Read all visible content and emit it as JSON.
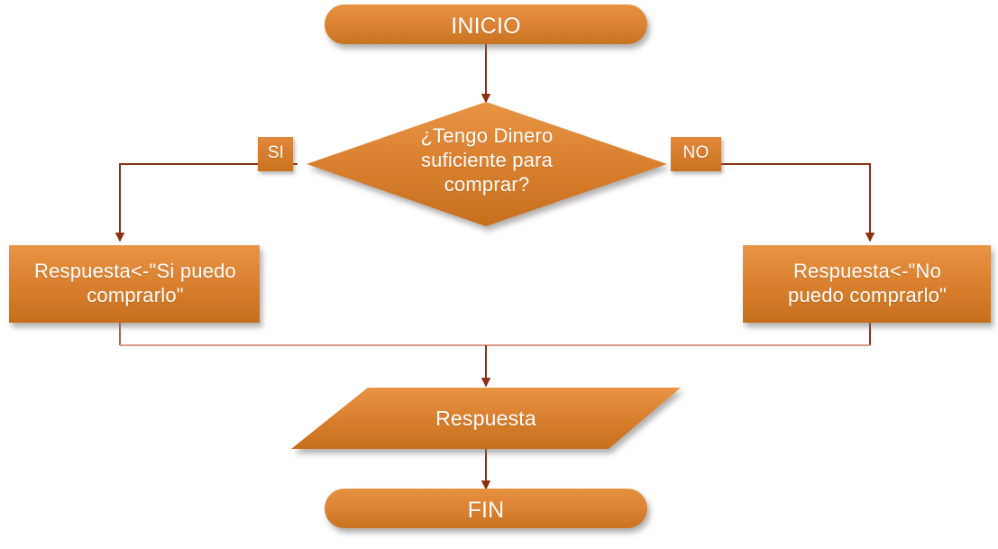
{
  "diagram": {
    "type": "flowchart",
    "language": "es",
    "palette": {
      "fill_top": "#e2883c",
      "fill_bottom": "#cb7520",
      "connector": "#8c2f12",
      "merge_line": "#d89a86",
      "text": "#ffffff",
      "background": "#ffffff",
      "shadow": "#9a9a9a"
    },
    "nodes": [
      {
        "id": "inicio",
        "shape": "terminator",
        "label": "INICIO"
      },
      {
        "id": "decision",
        "shape": "decision",
        "label": "¿Tengo Dinero\nsuficiente para\ncomprar?"
      },
      {
        "id": "left-process",
        "shape": "process",
        "label": "Respuesta<-\"Si puedo\ncomprarlo\""
      },
      {
        "id": "right-process",
        "shape": "process",
        "label": "Respuesta<-\"No\npuedo comprarlo\""
      },
      {
        "id": "output",
        "shape": "parallelogram",
        "label": "Respuesta"
      },
      {
        "id": "fin",
        "shape": "terminator",
        "label": "FIN"
      }
    ],
    "edge_labels": {
      "yes": "SI",
      "no": "NO"
    },
    "connectors": [
      {
        "from": "inicio",
        "to": "decision",
        "arrow": true
      },
      {
        "from": "decision",
        "to": "left-process",
        "label": "SI",
        "arrow": true
      },
      {
        "from": "decision",
        "to": "right-process",
        "label": "NO",
        "arrow": true
      },
      {
        "from": "left-process",
        "to": "output",
        "arrow": true
      },
      {
        "from": "right-process",
        "to": "output",
        "arrow": true
      },
      {
        "from": "output",
        "to": "fin",
        "arrow": true
      }
    ]
  }
}
